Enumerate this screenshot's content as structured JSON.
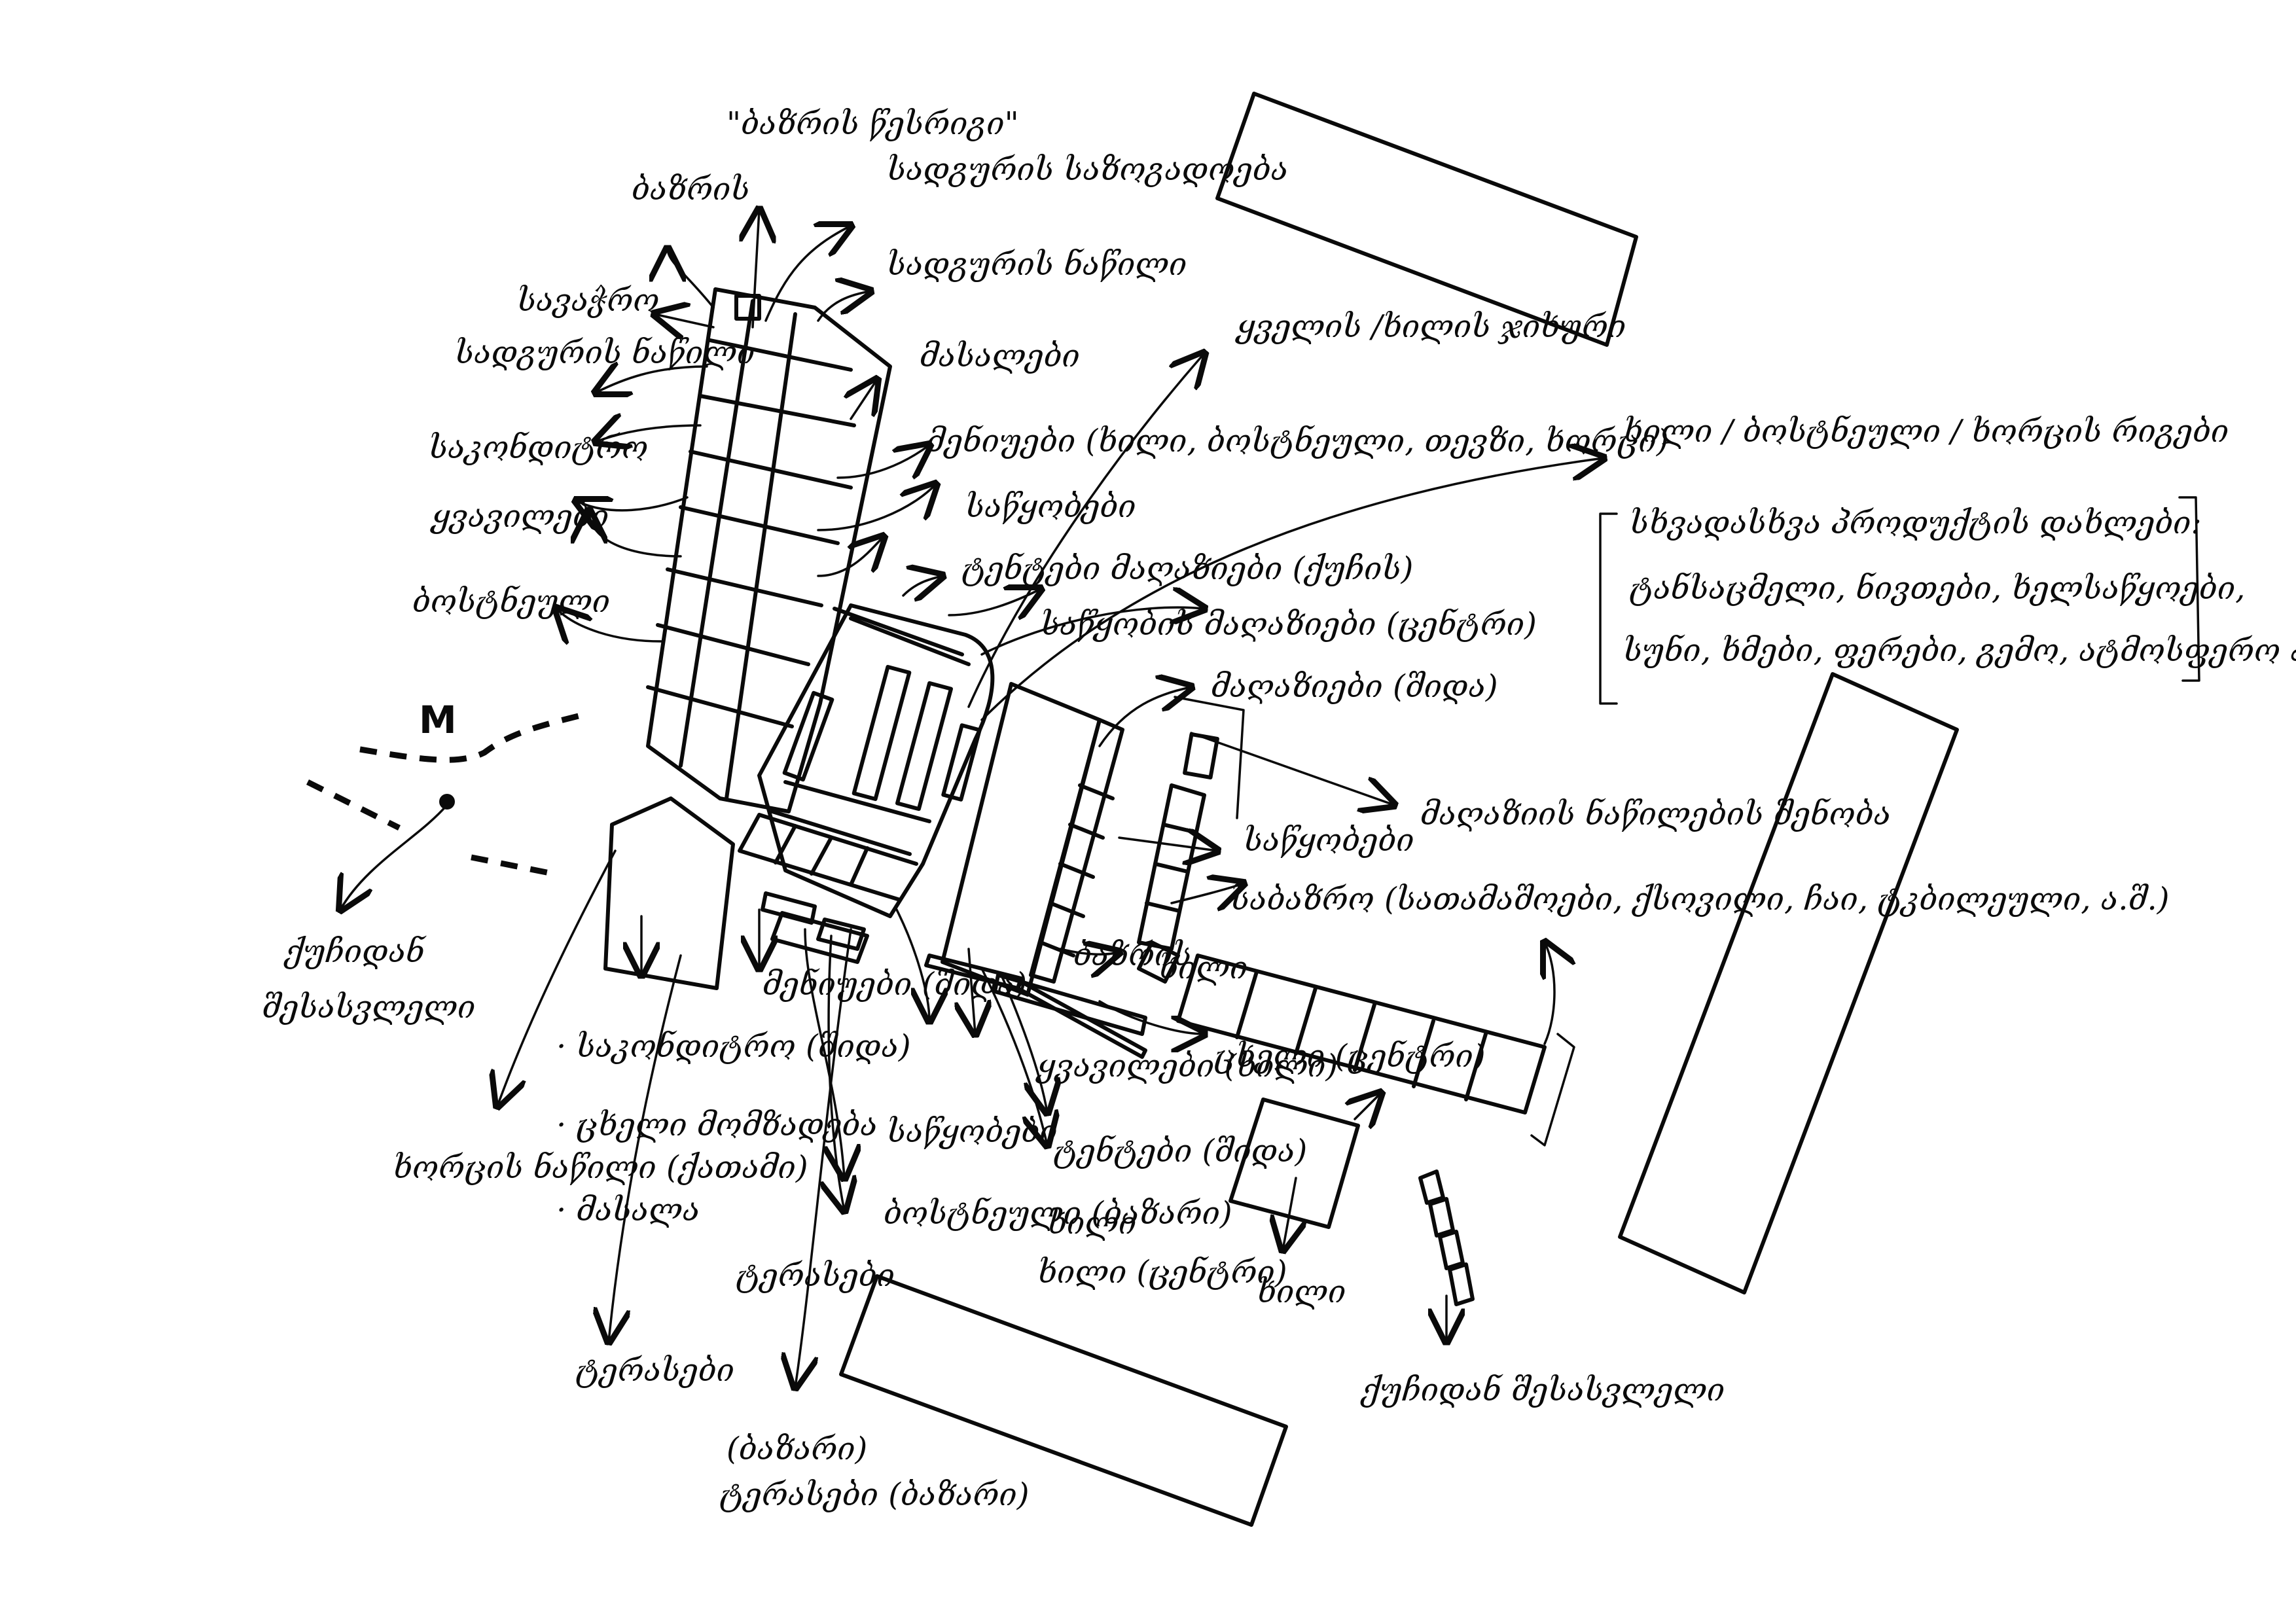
{
  "metro_marker": "M",
  "labels": {
    "top_quote": "\"ბაზრის წესრიგი\"",
    "top_left": "ბაზრის",
    "top_right_1": "სადგურის საზოგადოება",
    "top_right_2": "სადგურის ნაწილი",
    "left_1": "სავაჭრო",
    "left_2": "სადგურის ნაწილი",
    "left_3": "საკონდიტრო",
    "left_4": "ყვავილები",
    "left_5": "ბოსტნეული",
    "mid_1": "მასალები",
    "mid_2": "მენიუები (ხილი, ბოსტნეული, თევზი, ხორცი)",
    "mid_3": "საწყობები",
    "mid_4": "ტენტები მაღაზიები (ქუჩის)",
    "mid_5": "საწყობის მაღაზიები (ცენტრი)",
    "mid_6": "მაღაზიები (შიდა)",
    "upper_mid": "ყველის /ხილის ჯიხური",
    "right_top": "ხილი / ბოსტნეული / ხორცის რიგები",
    "box_1": "სხვადასხვა პროდუქტის დახლები:",
    "box_2": "ტანსაცმელი, ნივთები, ხელსაწყოები,",
    "box_3": "სუნი, ხმები, ფერები, გემო, ატმოსფერო ა.შ.",
    "right_mid_1": "მაღაზიის ნაწილების შენობა",
    "right_mid_2": "საწყობები",
    "right_mid_3": "საბაზრო (სათამაშოები, ქსოვილი, ჩაი, ტკბილეული, ა.შ.)",
    "bottom_left_1": "ქუჩიდან",
    "bottom_left_2": "შესასვლელი",
    "bottom_left_3": "ხორცის ნაწილი (ქათამი)",
    "bullet_1": "· საკონდიტრო (შიდა)",
    "bullet_2": "· ცხელი მომზადება",
    "bullet_3": "· მასალა",
    "b_1": "მენიუები (შიდა)",
    "b_2": "საწყობები",
    "b_3": "ტერასები",
    "b_4": "ბოსტნეული (ბაზარი)",
    "b_5": "ყვავილები (ხილი)",
    "b_6": "ხილი",
    "b_7": "ტენტები (შიდა)",
    "b_8": "ცხელი (ცენტრი)",
    "b_9": "ხილი (ცენტრი)",
    "bottom_center_1": "ტერასები",
    "bottom_center_2": "(ბაზარი)",
    "bottom_center_3": "ტერასები (ბაზარი)",
    "right_bottom_1": "ხილი",
    "right_bottom_2": "ქუჩიდან შესასვლელი",
    "small_1": "ბაზრის",
    "small_2": "ხილი"
  },
  "colors": {
    "ink": "#0a0a0a",
    "paper": "#ffffff"
  }
}
